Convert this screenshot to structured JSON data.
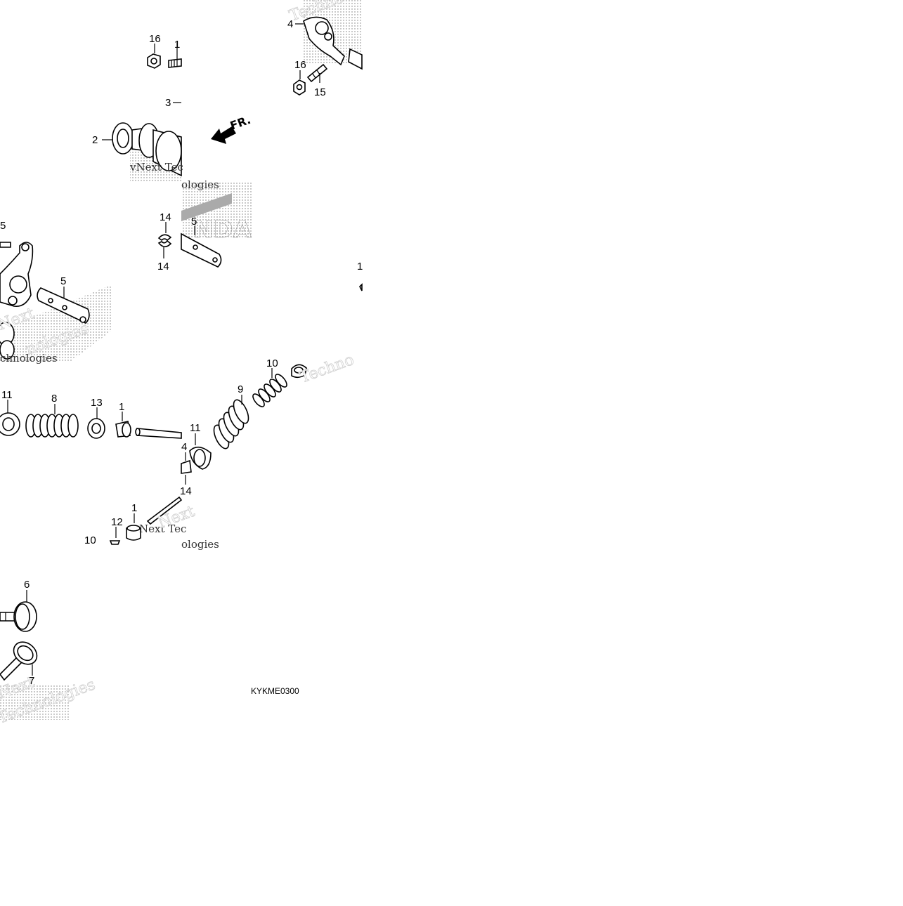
{
  "diagram": {
    "drawing_code": "KYKME0300",
    "front_indicator": "FR.",
    "brand_mark": "NDA",
    "watermark_words": [
      "Techno",
      "Next",
      "Technologies",
      "Next Tec",
      "chnologies",
      "nologies",
      "ologies",
      "Tec",
      "vNext Tec"
    ],
    "callouts": [
      {
        "id": "c16a",
        "label": "16"
      },
      {
        "id": "c1a",
        "label": "1"
      },
      {
        "id": "c3",
        "label": "3"
      },
      {
        "id": "c2",
        "label": "2"
      },
      {
        "id": "c4a",
        "label": "4"
      },
      {
        "id": "c16b",
        "label": "16"
      },
      {
        "id": "c15a",
        "label": "15"
      },
      {
        "id": "c5a",
        "label": "5"
      },
      {
        "id": "c5b",
        "label": "5"
      },
      {
        "id": "c14a",
        "label": "14"
      },
      {
        "id": "c14b",
        "label": "14"
      },
      {
        "id": "c5c",
        "label": "5"
      },
      {
        "id": "c1b",
        "label": "1"
      },
      {
        "id": "c11a",
        "label": "11"
      },
      {
        "id": "c8",
        "label": "8"
      },
      {
        "id": "c13",
        "label": "13"
      },
      {
        "id": "c1c",
        "label": "1"
      },
      {
        "id": "c9",
        "label": "9"
      },
      {
        "id": "c10a",
        "label": "10"
      },
      {
        "id": "c11b",
        "label": "11"
      },
      {
        "id": "c4b",
        "label": "4"
      },
      {
        "id": "c14c",
        "label": "14"
      },
      {
        "id": "c1d",
        "label": "1"
      },
      {
        "id": "c12",
        "label": "12"
      },
      {
        "id": "c10b",
        "label": "10"
      },
      {
        "id": "c6",
        "label": "6"
      },
      {
        "id": "c7",
        "label": "7"
      }
    ]
  }
}
